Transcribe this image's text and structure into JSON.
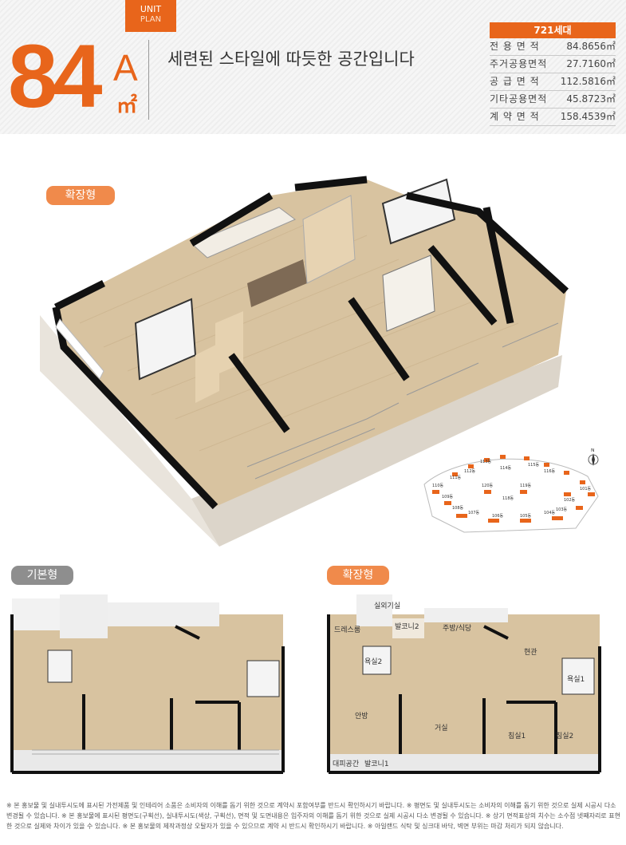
{
  "header": {
    "unit_label": "UNIT",
    "plan_label": "PLAN",
    "size_number": "84",
    "type_letter": "A",
    "unit_symbol": "㎡",
    "slogan": "세련된 스타일에 따듯한 공간입니다"
  },
  "area_table": {
    "households": "721세대",
    "rows": [
      {
        "label": "전 용 면 적",
        "value": "84.8656㎡"
      },
      {
        "label": "주거공용면적",
        "value": "27.7160㎡"
      },
      {
        "label": "공 급 면 적",
        "value": "112.5816㎡"
      },
      {
        "label": "기타공용면적",
        "value": "45.8723㎡"
      },
      {
        "label": "계 약 면 적",
        "value": "158.4539㎡"
      }
    ]
  },
  "badges": {
    "expanded_top": "확장형",
    "basic": "기본형",
    "expanded_bottom": "확장형"
  },
  "site_map": {
    "compass": "N",
    "buildings": [
      "113동",
      "114동",
      "115동",
      "112동",
      "111동",
      "116동",
      "120동",
      "119동",
      "110동",
      "101동",
      "109동",
      "118동",
      "102동",
      "108동",
      "103동",
      "107동",
      "104동",
      "106동",
      "105동"
    ]
  },
  "rooms": {
    "outdoor_unit": "실외기실",
    "balcony2": "발코니2",
    "kitchen_dining": "주방/식당",
    "dress_room": "드레스룸",
    "entrance": "현관",
    "bath2": "욕실2",
    "bath1": "욕실1",
    "master_bedroom": "안방",
    "living_room": "거실",
    "bedroom1": "침실1",
    "bedroom2": "침실2",
    "evac_space": "대피공간",
    "balcony1": "발코니1"
  },
  "footnote": "※ 본 홍보물 및 실내투시도에 표시된 가전제품 및 인테리어 소품은 소비자의 이해를 돕기 위한 것으로 계약시 포함여부를 반드시 확인하시기 바랍니다. ※ 평면도 및 실내투시도는 소비자의 이해를 돕기 위한 것으로 실제 시공시 다소 변경될 수 있습니다. ※ 본 홍보물에 표시된 평면도(구획선), 실내투시도(색상, 구획선), 면적 및 도면내용은 입주자의 이해를 돕기 위한 것으로 실제 시공시 다소 변경될 수 있습니다. ※ 상기 면적표상의 치수는 소수점 넷째자리로 표현한 것으로 실제와 차이가 있을 수 있습니다. ※ 본 홍보물의 제작과정상 오탈자가 있을 수 있으므로 계약 시 반드시 확인하시기 바랍니다. ※ 아일랜드 식탁 및 싱크대 바닥, 벽면 부위는 마감 처리가 되지 않습니다.",
  "colors": {
    "accent": "#e8651b",
    "badge_orange": "#f08a4b",
    "badge_gray": "#8e8e8e",
    "floor_wood": "#d8c3a0",
    "wall": "#111111"
  }
}
